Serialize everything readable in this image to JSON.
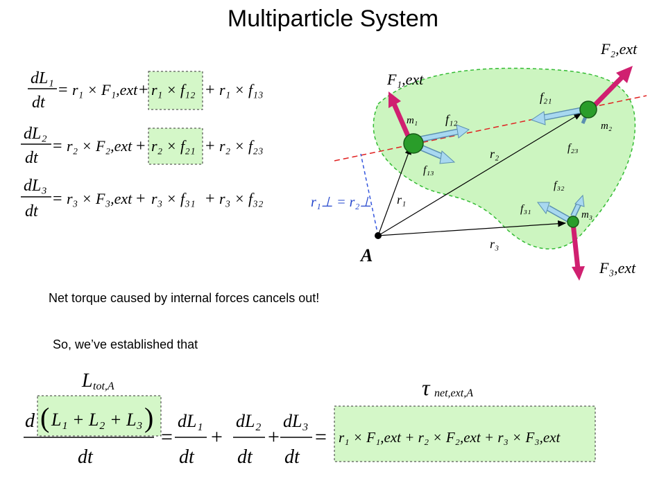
{
  "slide": {
    "title": "Multiparticle System",
    "note_internal": "Net torque caused by internal forces cancels out!",
    "note_established": "So, we’ve established that"
  },
  "equations": {
    "eq1": {
      "lhs_top": "dL₁",
      "lhs_bot": "dt",
      "t1": "r₁ × F₁,ext",
      "t2": "r₁ × f₁₂",
      "t3": "r₁ × f₁₃"
    },
    "eq2": {
      "lhs_top": "dL₂",
      "lhs_bot": "dt",
      "t1": "r₂ × F₂,ext",
      "t2": "r₂ × f₂₁",
      "t3": "r₂ × f₂₃"
    },
    "eq3": {
      "lhs_top": "dL₃",
      "lhs_bot": "dt",
      "t1": "r₃ × F₃,ext",
      "t2": "r₃ × f₃₁",
      "t3": "r₃ × f₃₂"
    },
    "final": {
      "ltot_label": "L",
      "ltot_sub": "tot,A",
      "tau_label": "τ",
      "tau_sub": "net,ext,A",
      "sum_L": "L₁ + L₂ + L₃",
      "d": "d",
      "dt": "dt",
      "dl1": "dL₁",
      "dl2": "dL₂",
      "dl3": "dL₃",
      "rhs": "r₁ × F₁,ext + r₂ × F₂,ext + r₃ × F₃,ext"
    }
  },
  "diagram": {
    "point_label": "A",
    "perp_label": "r₁⊥ = r₂⊥",
    "masses": [
      "m₁",
      "m₂",
      "m₃"
    ],
    "forces": {
      "F1": "F₁,ext",
      "F2": "F₂,ext",
      "F3": "F₃,ext",
      "f12": "f₁₂",
      "f13": "f₁₃",
      "f21": "f₂₁",
      "f23": "f₂₃",
      "f31": "f₃₁",
      "f32": "f₃₂"
    },
    "vectors": {
      "r1": "r₁",
      "r2": "r₂",
      "r3": "r₃"
    },
    "colors": {
      "blob_fill": "#ccf5c0",
      "blob_stroke": "#33bb33",
      "dashed_line": "#e02020",
      "perp_line": "#3355dd",
      "external_force": "#d02070",
      "internal_force": "#a8d8f0",
      "mass_fill": "#2a9d2a",
      "box_fill": "#d4f7c8"
    }
  }
}
